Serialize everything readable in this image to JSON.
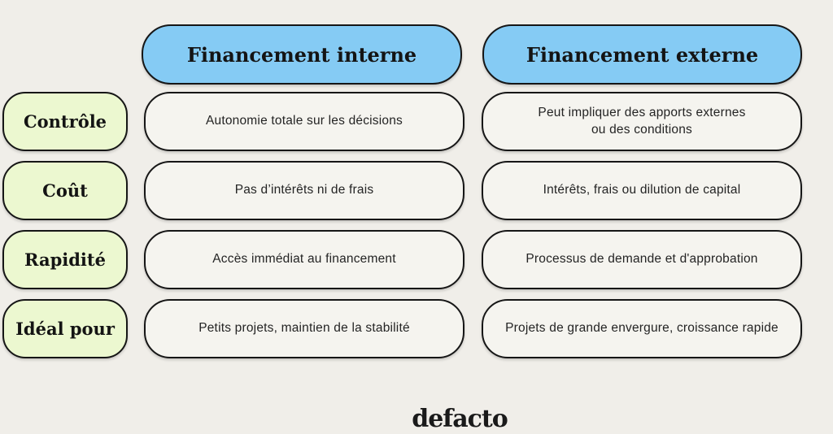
{
  "colors": {
    "background": "#F0EEE9",
    "header_fill": "#85CBF4",
    "label_fill": "#ECF8D0",
    "cell_fill": "#F5F4EF",
    "border": "#161616"
  },
  "headers": {
    "interne": "Financement interne",
    "externe": "Financement externe"
  },
  "rows": [
    {
      "label": "Contrôle",
      "interne": "Autonomie totale sur les décisions",
      "externe": "Peut impliquer des apports externes\nou des conditions"
    },
    {
      "label": "Coût",
      "interne": "Pas d’intérêts ni de frais",
      "externe": "Intérêts, frais ou dilution de capital"
    },
    {
      "label": "Rapidité",
      "interne": "Accès immédiat au financement",
      "externe": "Processus de demande et d'approbation"
    },
    {
      "label": "Idéal pour",
      "interne": "Petits projets, maintien de la stabilité",
      "externe": "Projets de grande envergure, croissance rapide"
    }
  ],
  "footer": {
    "brand": "defacto"
  }
}
